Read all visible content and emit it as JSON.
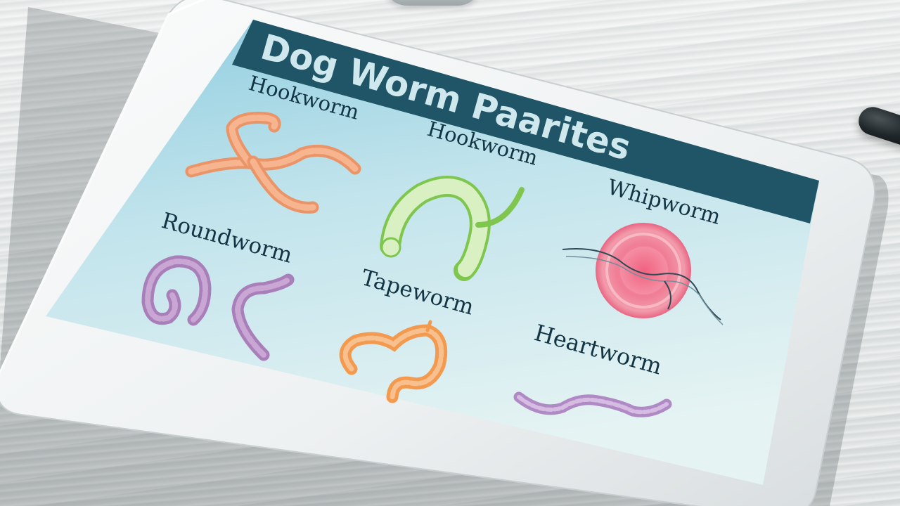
{
  "screen": {
    "title": "Dog Worm Paarites"
  },
  "labels": {
    "top_left": "Hookworm",
    "top_center": "Hookworm",
    "top_right": "Whipworm",
    "middle_left": "Roundworm",
    "middle_center": "Tapeworm",
    "bottom_right": "Heartworm"
  },
  "colors": {
    "header_bar": "#1f5566",
    "screen_top": "#9fd3e3",
    "screen_bottom": "#dcefef",
    "hookworm_orange": "#ee9a6c",
    "hookworm_green": "#7fc64f",
    "roundworm_purple": "#a87fb8",
    "tapeworm_orange": "#f39a4f",
    "whipworm_pink": "#ef6f8c",
    "heartworm_purple": "#b791c9"
  },
  "icons": [
    "orange-hookworm-icon",
    "green-hookworm-icon",
    "whipworm-icon",
    "curled-roundworm-icon",
    "arched-roundworm-icon",
    "tapeworm-icon",
    "heartworm-icon"
  ]
}
